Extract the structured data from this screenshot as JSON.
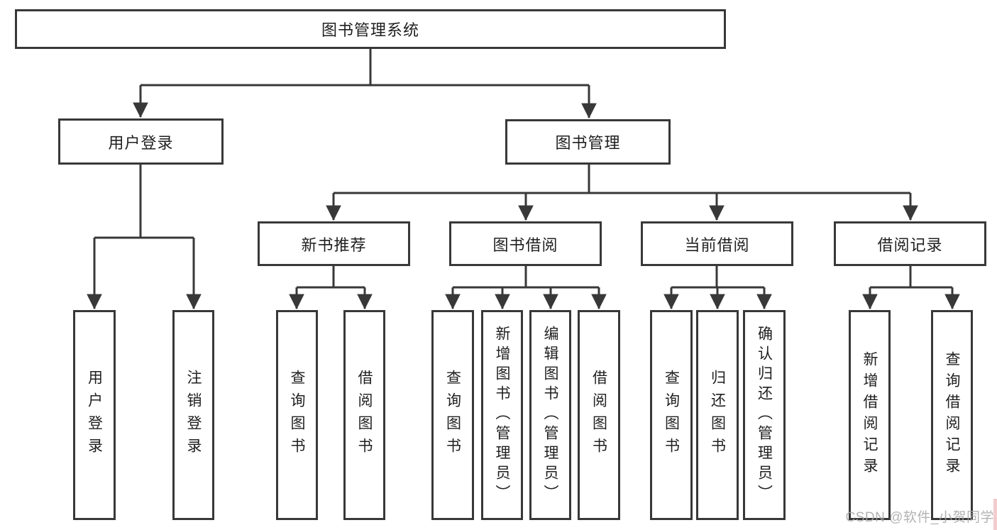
{
  "diagram": {
    "title": "图书管理系统",
    "branches": {
      "user_login": {
        "label": "用户登录",
        "children": [
          "用户登录",
          "注销登录"
        ]
      },
      "book_management": {
        "label": "图书管理",
        "sections": {
          "new_book_recommend": {
            "label": "新书推荐",
            "children": [
              "查询图书",
              "借阅图书"
            ]
          },
          "book_borrowing": {
            "label": "图书借阅",
            "children": [
              "查询图书",
              "新增图书（管理员）",
              "编辑图书（管理员）",
              "借阅图书"
            ]
          },
          "current_borrowing": {
            "label": "当前借阅",
            "children": [
              "查询图书",
              "归还图书",
              "确认归还（管理员）"
            ]
          },
          "borrowing_records": {
            "label": "借阅记录",
            "children": [
              "新增借阅记录",
              "查询借阅记录"
            ]
          }
        }
      }
    }
  },
  "watermark": "CSDN @软件_小贺同学",
  "colors": {
    "line": "#383838",
    "text": "#1f1f1f",
    "box_background": "#ffffff",
    "watermark_text": "#a6a6a6",
    "watermark_strip": "#f3ccce"
  }
}
